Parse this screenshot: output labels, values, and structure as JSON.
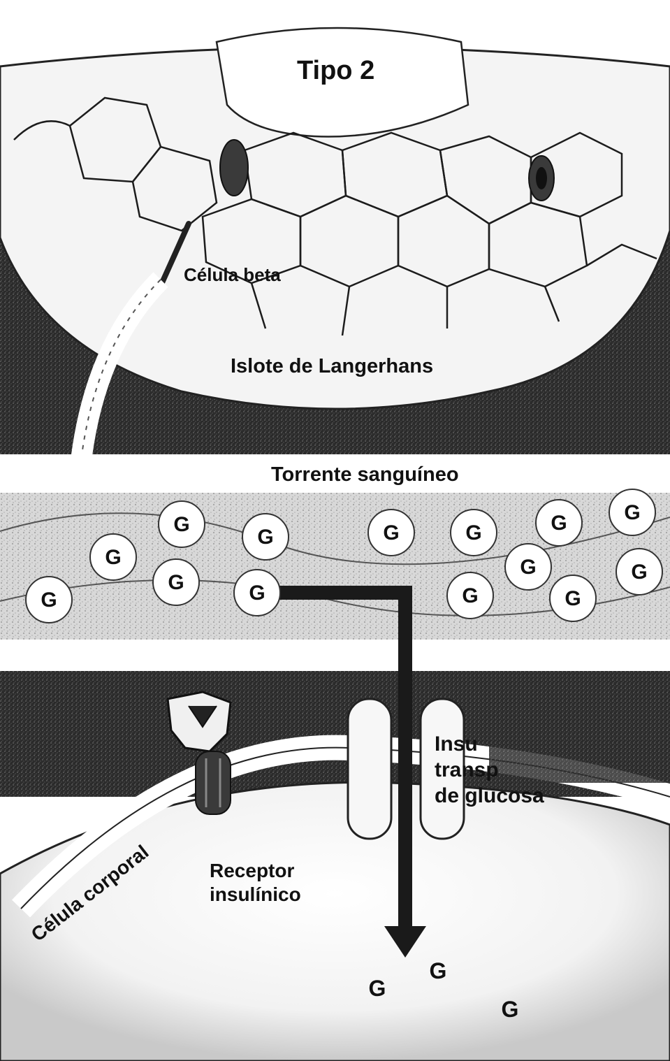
{
  "title": "Tipo 2",
  "labels": {
    "beta_cell": "Célula beta",
    "islet": "Islote de Langerhans",
    "bloodstream": "Torrente sanguíneo",
    "body_cell": "Célula corporal",
    "receptor_line1": "Receptor",
    "receptor_line2": "insulínico",
    "transporter_line1": "Insu",
    "transporter_line2": "transp",
    "transporter_line3": "de glucosa"
  },
  "glucose_symbol": "G",
  "colors": {
    "dark_tissue": "#1a1a1a",
    "light_tissue": "#ffffff",
    "vessel": "#3a3a3a",
    "glucose_fill": "#ffffff",
    "ink": "#111111"
  }
}
